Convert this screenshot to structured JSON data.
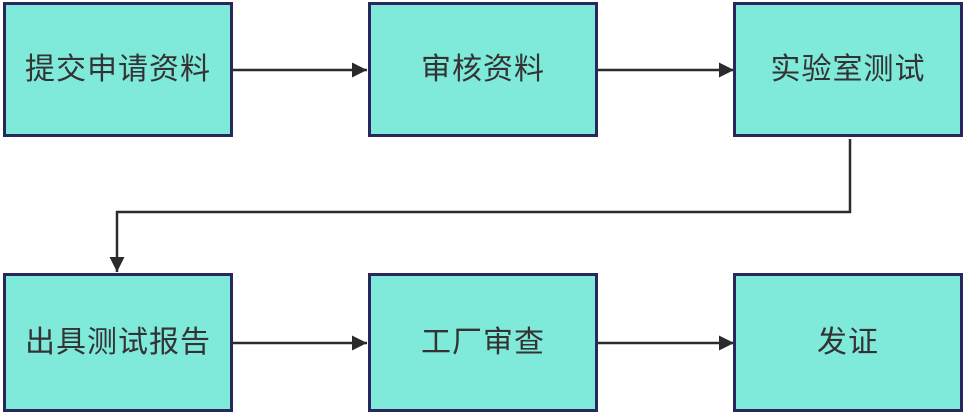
{
  "diagram": {
    "nodes": [
      {
        "id": "submit-application",
        "label": "提交申请资料"
      },
      {
        "id": "review-materials",
        "label": "审核资料"
      },
      {
        "id": "lab-test",
        "label": "实验室测试"
      },
      {
        "id": "issue-test-report",
        "label": "出具测试报告"
      },
      {
        "id": "factory-audit",
        "label": "工厂审查"
      },
      {
        "id": "issue-certificate",
        "label": "发证"
      }
    ],
    "edges": [
      {
        "from": "提交申请资料",
        "to": "审核资料"
      },
      {
        "from": "审核资料",
        "to": "实验室测试"
      },
      {
        "from": "实验室测试",
        "to": "出具测试报告"
      },
      {
        "from": "出具测试报告",
        "to": "工厂审查"
      },
      {
        "from": "工厂审查",
        "to": "发证"
      }
    ],
    "colors": {
      "node_fill": "#7FE9DA",
      "node_border": "#29285E",
      "arrow": "#2B2B2B",
      "text": "#333333",
      "background": "#FFFFFF"
    }
  }
}
